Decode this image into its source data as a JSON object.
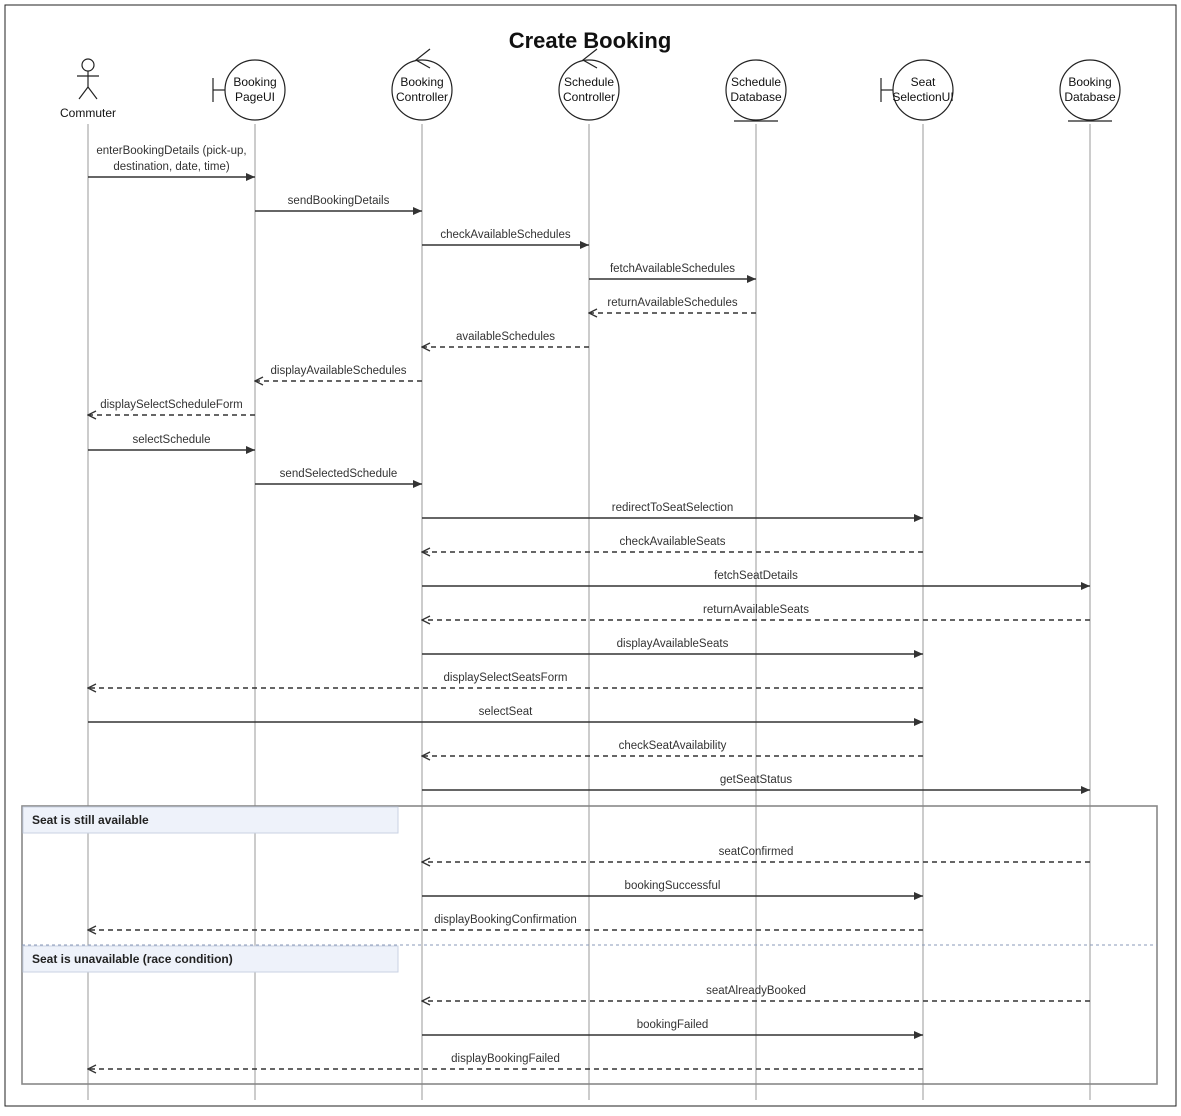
{
  "diagram": {
    "title": "Create Booking",
    "participants": [
      {
        "id": "commuter",
        "kind": "actor",
        "lines": [
          "Commuter"
        ]
      },
      {
        "id": "bookingPageUI",
        "kind": "boundary",
        "lines": [
          "Booking",
          "PageUI"
        ]
      },
      {
        "id": "bookingController",
        "kind": "control",
        "lines": [
          "Booking",
          "Controller"
        ]
      },
      {
        "id": "scheduleController",
        "kind": "control",
        "lines": [
          "Schedule",
          "Controller"
        ]
      },
      {
        "id": "scheduleDatabase",
        "kind": "entity",
        "lines": [
          "Schedule",
          "Database"
        ]
      },
      {
        "id": "seatSelectionUI",
        "kind": "boundary",
        "lines": [
          "Seat",
          "SelectionUI"
        ]
      },
      {
        "id": "bookingDatabase",
        "kind": "entity",
        "lines": [
          "Booking",
          "Database"
        ]
      }
    ],
    "messages": [
      {
        "from": "commuter",
        "to": "bookingPageUI",
        "type": "sync",
        "label": [
          "enterBookingDetails (pick-up,",
          "destination, date, time)"
        ]
      },
      {
        "from": "bookingPageUI",
        "to": "bookingController",
        "type": "sync",
        "label": [
          "sendBookingDetails"
        ]
      },
      {
        "from": "bookingController",
        "to": "scheduleController",
        "type": "sync",
        "label": [
          "checkAvailableSchedules"
        ]
      },
      {
        "from": "scheduleController",
        "to": "scheduleDatabase",
        "type": "sync",
        "label": [
          "fetchAvailableSchedules"
        ]
      },
      {
        "from": "scheduleDatabase",
        "to": "scheduleController",
        "type": "reply",
        "label": [
          "returnAvailableSchedules"
        ]
      },
      {
        "from": "scheduleController",
        "to": "bookingController",
        "type": "reply",
        "label": [
          "availableSchedules"
        ]
      },
      {
        "from": "bookingController",
        "to": "bookingPageUI",
        "type": "reply",
        "label": [
          "displayAvailableSchedules"
        ]
      },
      {
        "from": "bookingPageUI",
        "to": "commuter",
        "type": "reply",
        "label": [
          "displaySelectScheduleForm"
        ]
      },
      {
        "from": "commuter",
        "to": "bookingPageUI",
        "type": "sync",
        "label": [
          "selectSchedule"
        ]
      },
      {
        "from": "bookingPageUI",
        "to": "bookingController",
        "type": "sync",
        "label": [
          "sendSelectedSchedule"
        ]
      },
      {
        "from": "bookingController",
        "to": "seatSelectionUI",
        "type": "sync",
        "label": [
          "redirectToSeatSelection"
        ]
      },
      {
        "from": "seatSelectionUI",
        "to": "bookingController",
        "type": "reply",
        "label": [
          "checkAvailableSeats"
        ]
      },
      {
        "from": "bookingController",
        "to": "bookingDatabase",
        "type": "sync",
        "label": [
          "fetchSeatDetails"
        ]
      },
      {
        "from": "bookingDatabase",
        "to": "bookingController",
        "type": "reply",
        "label": [
          "returnAvailableSeats"
        ]
      },
      {
        "from": "bookingController",
        "to": "seatSelectionUI",
        "type": "sync",
        "label": [
          "displayAvailableSeats"
        ]
      },
      {
        "from": "seatSelectionUI",
        "to": "commuter",
        "type": "reply",
        "label": [
          "displaySelectSeatsForm"
        ]
      },
      {
        "from": "commuter",
        "to": "seatSelectionUI",
        "type": "sync",
        "label": [
          "selectSeat"
        ]
      },
      {
        "from": "seatSelectionUI",
        "to": "bookingController",
        "type": "reply",
        "label": [
          "checkSeatAvailability"
        ]
      },
      {
        "from": "bookingController",
        "to": "bookingDatabase",
        "type": "sync",
        "label": [
          "getSeatStatus"
        ]
      },
      {
        "from": "bookingDatabase",
        "to": "bookingController",
        "type": "reply",
        "label": [
          "seatConfirmed"
        ]
      },
      {
        "from": "bookingController",
        "to": "seatSelectionUI",
        "type": "sync",
        "label": [
          "bookingSuccessful"
        ]
      },
      {
        "from": "seatSelectionUI",
        "to": "commuter",
        "type": "reply",
        "label": [
          "displayBookingConfirmation"
        ]
      },
      {
        "from": "bookingDatabase",
        "to": "bookingController",
        "type": "reply",
        "label": [
          "seatAlreadyBooked"
        ]
      },
      {
        "from": "bookingController",
        "to": "seatSelectionUI",
        "type": "sync",
        "label": [
          "bookingFailed"
        ]
      },
      {
        "from": "seatSelectionUI",
        "to": "commuter",
        "type": "reply",
        "label": [
          "displayBookingFailed"
        ]
      }
    ],
    "alt_fragment": {
      "operands": [
        {
          "guard": "Seat is still available"
        },
        {
          "guard": "Seat is unavailable (race condition)"
        }
      ]
    },
    "colors": {
      "line": "#333333",
      "lifeline": "#aaaaaa",
      "frame": "#888888",
      "guard_bg": "#eef2fa",
      "guard_border": "#c9d2e3"
    }
  }
}
